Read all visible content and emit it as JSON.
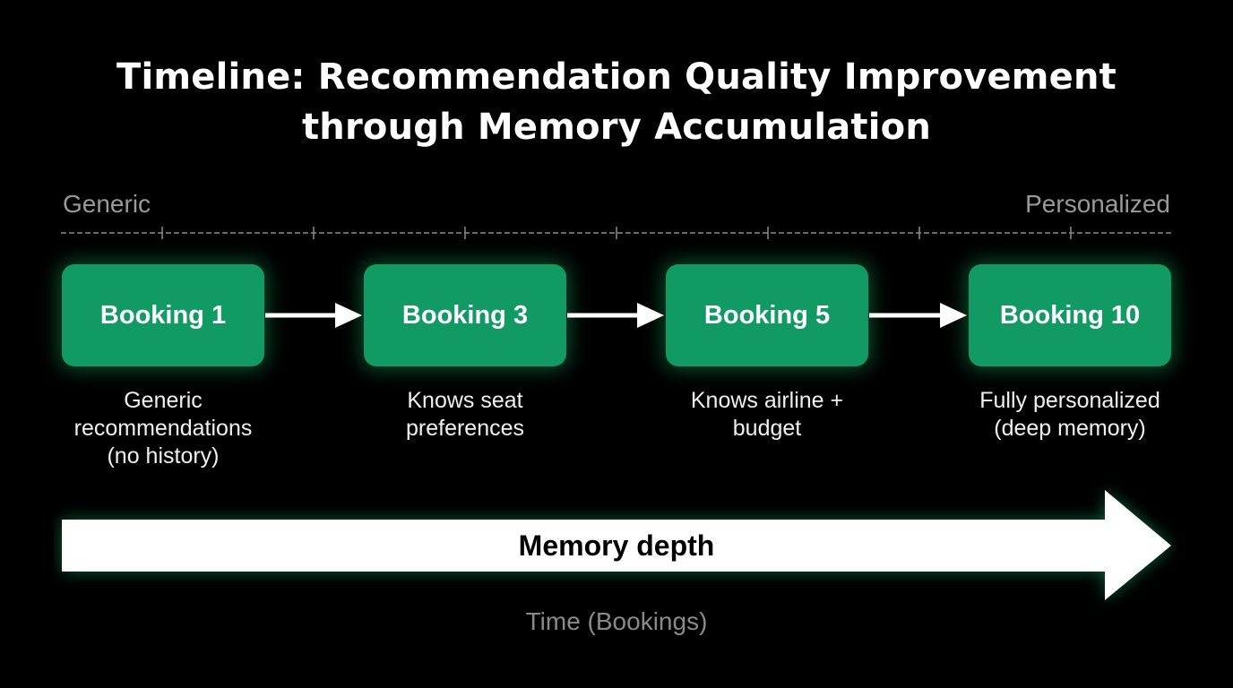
{
  "title": {
    "line1": "Timeline: Recommendation Quality Improvement",
    "line2": "through Memory Accumulation"
  },
  "scale": {
    "left_label": "Generic",
    "right_label": "Personalized"
  },
  "stages": [
    {
      "label": "Booking 1",
      "description": [
        "Generic",
        "recommendations",
        "(no history)"
      ]
    },
    {
      "label": "Booking 3",
      "description": [
        "Knows seat",
        "preferences"
      ]
    },
    {
      "label": "Booking 5",
      "description": [
        "Knows airline +",
        "budget"
      ]
    },
    {
      "label": "Booking 10",
      "description": [
        "Fully personalized",
        "(deep memory)"
      ]
    }
  ],
  "arrow": {
    "label": "Memory depth"
  },
  "axis": {
    "label": "Time (Bookings)"
  },
  "colors": {
    "background": "#000000",
    "box_fill": "#119a63",
    "text": "#ffffff",
    "muted_text": "#9a9a9a"
  }
}
